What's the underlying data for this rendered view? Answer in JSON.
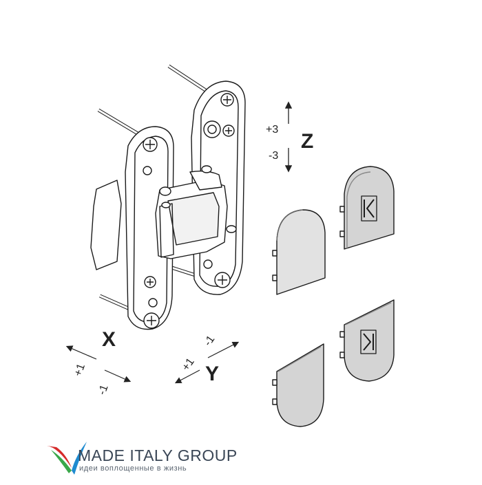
{
  "labels": {
    "x_axis": "X",
    "y_axis": "Y",
    "z_axis": "Z",
    "x_plus": "+1",
    "x_minus": "-1",
    "y_plus": "+1",
    "y_minus": "-1",
    "z_plus": "+3",
    "z_minus": "-3"
  },
  "brand": {
    "name": "MADE ITALY GROUP",
    "tagline": "идеи воплощенные в жизнь"
  },
  "colors": {
    "line": "#1a1a1a",
    "cover": "#d4d4d4",
    "cover_dark": "#9a9a9a",
    "logo_red": "#d62a2a",
    "logo_green": "#3aa84a",
    "logo_blue": "#1f8bd0"
  }
}
